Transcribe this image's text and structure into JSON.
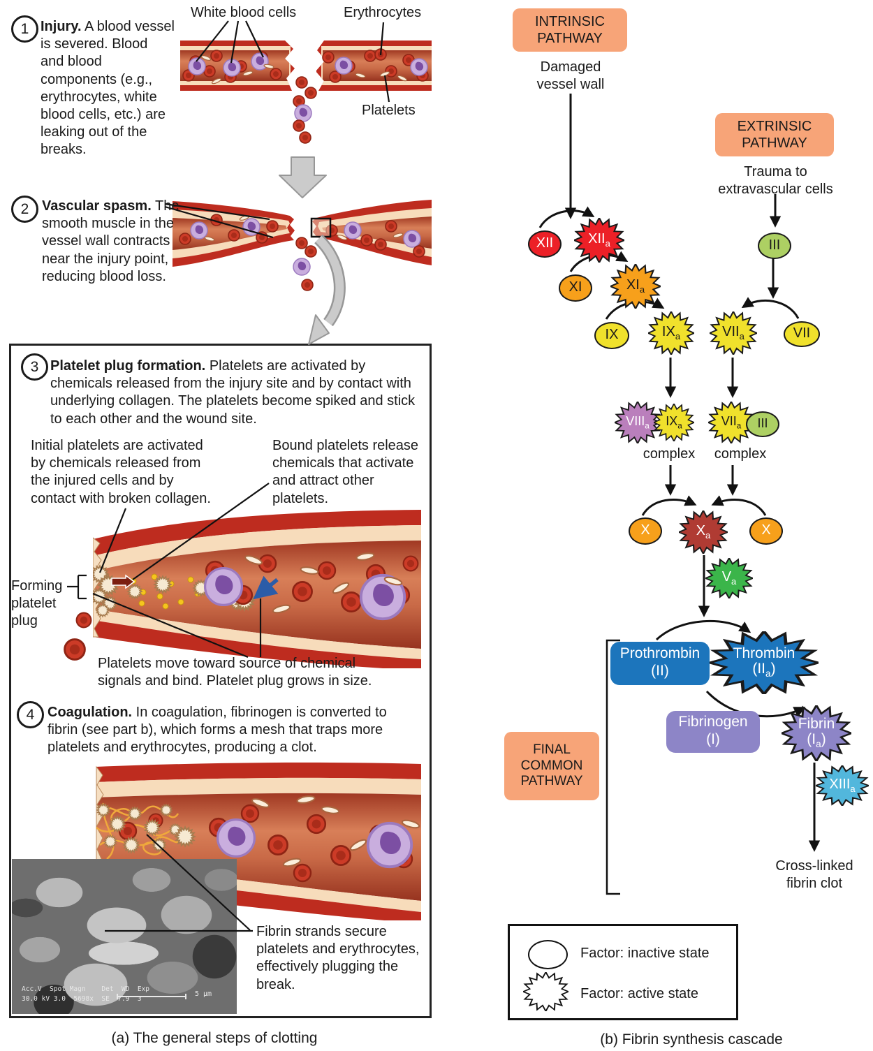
{
  "panel_a": {
    "caption": "(a) The general steps of clotting",
    "steps": [
      {
        "num": "1",
        "lead": "Injury.",
        "rest": "A blood vessel is severed. Blood and blood components (e.g., erythrocytes, white blood cells, etc.) are leaking out of the breaks."
      },
      {
        "num": "2",
        "lead": "Vascular spasm.",
        "rest": "The smooth muscle in the vessel wall contracts near the injury point, reducing blood loss."
      },
      {
        "num": "3",
        "lead": "Platelet plug formation.",
        "rest": "Platelets are activated by chemicals released from the injury site and by contact with underlying collagen. The platelets become spiked and stick to each other and the wound site."
      },
      {
        "num": "4",
        "lead": "Coagulation.",
        "rest": "In coagulation, fibrinogen is converted to fibrin (see part b), which forms a mesh that traps more platelets and erythrocytes, producing a clot."
      }
    ],
    "labels": {
      "white_blood_cells": "White blood cells",
      "erythrocytes": "Erythrocytes",
      "platelets": "Platelets",
      "forming_plug": "Forming platelet plug",
      "initial_platelets": "Initial platelets are activated by chemicals released from the injured cells and by contact with broken collagen.",
      "bound_platelets": "Bound platelets release chemicals that activate and attract other platelets.",
      "platelets_move": "Platelets move toward source of chemical signals and bind. Platelet plug grows in size.",
      "fibrin_strands": "Fibrin strands secure platelets and erythrocytes, effectively plugging the break."
    },
    "sem": {
      "line1": "Acc.V  Spot Magn    Det  WD  Exp",
      "line2": "30.0 kV 3.0  5698x  SE  7.9  3",
      "scale": "5 µm"
    }
  },
  "panel_b": {
    "caption": "(b) Fibrin synthesis cascade",
    "intrinsic": {
      "title": "INTRINSIC PATHWAY",
      "subtitle": "Damaged vessel wall"
    },
    "extrinsic": {
      "title": "EXTRINSIC PATHWAY",
      "subtitle": "Trauma to extravascular cells"
    },
    "final_common": {
      "title": "FINAL COMMON PATHWAY"
    },
    "complex_label": "complex",
    "crosslinked": "Cross-linked fibrin clot",
    "legend": {
      "inactive": "Factor: inactive state",
      "active": "Factor: active state"
    },
    "factors": {
      "xii": {
        "b": "XII",
        "s": ""
      },
      "xiia": {
        "b": "XII",
        "s": "a"
      },
      "xi": {
        "b": "XI",
        "s": ""
      },
      "xia": {
        "b": "XI",
        "s": "a"
      },
      "ix": {
        "b": "IX",
        "s": ""
      },
      "ixa": {
        "b": "IX",
        "s": "a"
      },
      "iii": {
        "b": "III",
        "s": ""
      },
      "vii": {
        "b": "VII",
        "s": ""
      },
      "viia": {
        "b": "VII",
        "s": "a"
      },
      "viiia": {
        "b": "VIII",
        "s": "a"
      },
      "c_ixa": {
        "b": "IX",
        "s": "a"
      },
      "c_viia": {
        "b": "VII",
        "s": "a"
      },
      "c_iii": {
        "b": "III",
        "s": ""
      },
      "x1": {
        "b": "X",
        "s": ""
      },
      "xa": {
        "b": "X",
        "s": "a"
      },
      "x2": {
        "b": "X",
        "s": ""
      },
      "va": {
        "b": "V",
        "s": "a"
      },
      "xiiia": {
        "b": "XIII",
        "s": "a"
      }
    },
    "prothrombin": {
      "t": "Prothrombin",
      "pb": "(II",
      "ps": "",
      "pe": ")"
    },
    "thrombin": {
      "t": "Thrombin",
      "pb": "(II",
      "ps": "a",
      "pe": ")"
    },
    "fibrinogen": {
      "t": "Fibrinogen",
      "pb": "(I",
      "ps": "",
      "pe": ")"
    },
    "fibrin": {
      "t": "Fibrin",
      "pb": "(I",
      "ps": "a",
      "pe": ")"
    }
  },
  "colors": {
    "pathway_box": "#F7A478",
    "red": "#EC2027",
    "orange": "#F7A01B",
    "yellow": "#F0E12C",
    "green": "#ADD063",
    "purple": "#BA7FBC",
    "dark_red": "#B03B33",
    "bright_green": "#3BB54A",
    "blue": "#1C75BC",
    "violet": "#8D85C7",
    "cyan": "#52B7DC"
  }
}
